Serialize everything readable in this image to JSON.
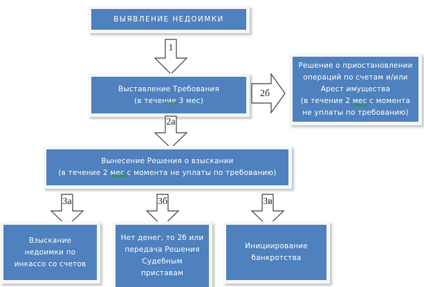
{
  "diagram": {
    "title_node": "ВЫЯВЛЕНИЕ НЕДОИМКИ",
    "accent_color": "#4e81bd",
    "frame_color": "#f7f7f7",
    "text_color": "#ffffff",
    "label_color": "#1a1a1a",
    "nodes": [
      {
        "id": "node-detection",
        "label": "ВЫЯВЛЕНИЕ НЕДОИМКИ"
      },
      {
        "id": "node-demand",
        "label": "Выставление Требования\n(в течение 3 мес)"
      },
      {
        "id": "node-suspension",
        "label": "Решение о приостановлении\nопераций по счетам и/или\nАрест имущества\n(в течение 2 мес с момента\nне уплаты по требованию)"
      },
      {
        "id": "node-decision",
        "label": "Вынесение Решения о взыскании\n(в течение 2 мес с момента не уплаты по требованию)"
      },
      {
        "id": "node-incasso",
        "label": "Взыскание\nнедоимки по\nинкассо со счетов"
      },
      {
        "id": "node-bailiffs",
        "label": "Нет денег, то 2б или\nпередача Решения\nСудебным\nприставам"
      },
      {
        "id": "node-bankruptcy",
        "label": "Инициирование\nбанкротства"
      }
    ],
    "arrows": [
      {
        "id": "arrow-1",
        "label": "1",
        "direction": "down"
      },
      {
        "id": "arrow-2b",
        "label": "2б",
        "direction": "right"
      },
      {
        "id": "arrow-2a",
        "label": "2а",
        "direction": "down"
      },
      {
        "id": "arrow-3a",
        "label": "3а",
        "direction": "down"
      },
      {
        "id": "arrow-3b",
        "label": "3б",
        "direction": "down"
      },
      {
        "id": "arrow-3v",
        "label": "3в",
        "direction": "down"
      }
    ]
  }
}
